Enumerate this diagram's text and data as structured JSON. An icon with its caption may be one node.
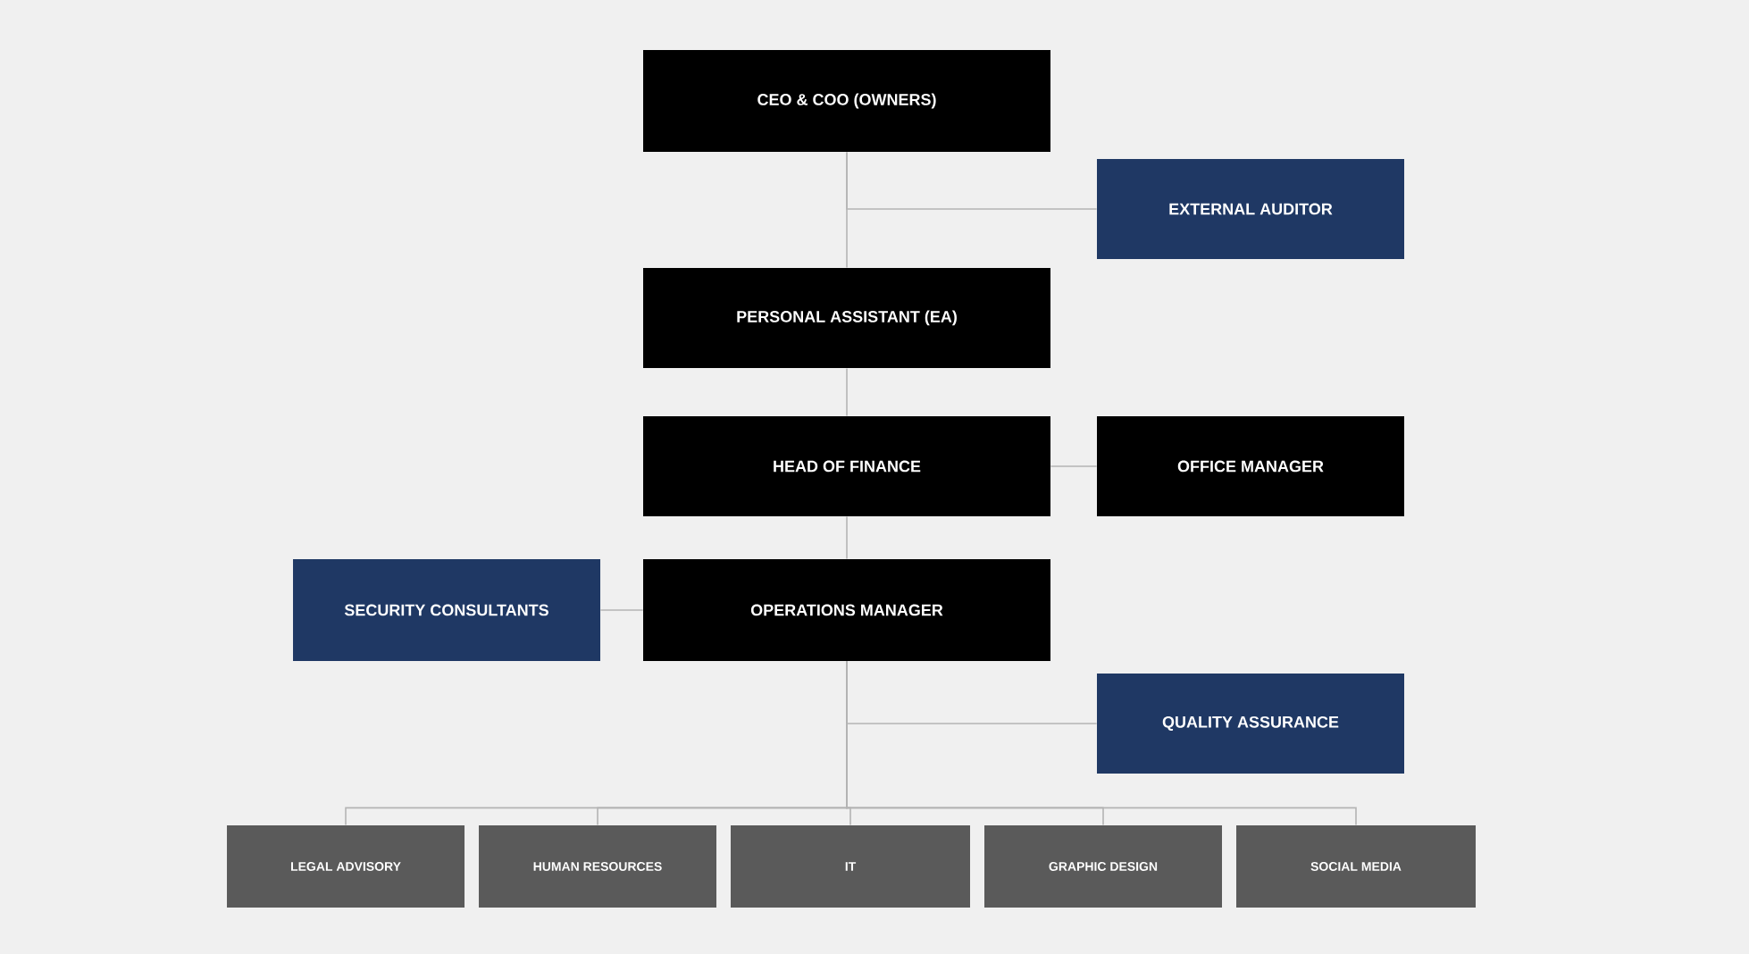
{
  "diagram": {
    "nodes": [
      {
        "text": [
          "CEO & COO (OWNERS)"
        ]
      },
      {
        "text": [
          "EXTERNAL AUDITOR"
        ]
      },
      {
        "text": [
          "PERSONAL ASSISTANT (EA)"
        ]
      },
      {
        "text": [
          "HEAD OF FINANCE"
        ]
      },
      {
        "text": [
          "OFFICE MANAGER"
        ]
      },
      {
        "text": [
          "SECURITY CONSULTANTS"
        ]
      },
      {
        "text": [
          "OPERATIONS MANAGER"
        ]
      },
      {
        "text": [
          "QUALITY ASSURANCE"
        ]
      },
      {
        "text": [
          "LEGAL ADVISORY"
        ]
      },
      {
        "text": [
          "HUMAN RESOURCES"
        ]
      },
      {
        "text": [
          "IT"
        ]
      },
      {
        "text": [
          "GRAPHIC DESIGN"
        ]
      },
      {
        "text": [
          "SOCIAL MEDIA"
        ]
      }
    ],
    "edges": [
      {
        "from": 0,
        "to": 1,
        "arrow": "none"
      },
      {
        "from": 0,
        "to": 2,
        "arrow": "none"
      },
      {
        "from": 2,
        "to": 3,
        "arrow": "none"
      },
      {
        "from": 3,
        "to": 4,
        "arrow": "none"
      },
      {
        "from": 6,
        "to": 5,
        "arrow": "none"
      },
      {
        "from": 3,
        "to": 6,
        "arrow": "none"
      },
      {
        "from": 6,
        "to": 7,
        "arrow": "none"
      },
      {
        "from": 6,
        "to": 8,
        "arrow": "none"
      },
      {
        "from": 6,
        "to": 9,
        "arrow": "none"
      },
      {
        "from": 6,
        "to": 10,
        "arrow": "none"
      },
      {
        "from": 6,
        "to": 11,
        "arrow": "none"
      },
      {
        "from": 6,
        "to": 12,
        "arrow": "none"
      }
    ]
  }
}
